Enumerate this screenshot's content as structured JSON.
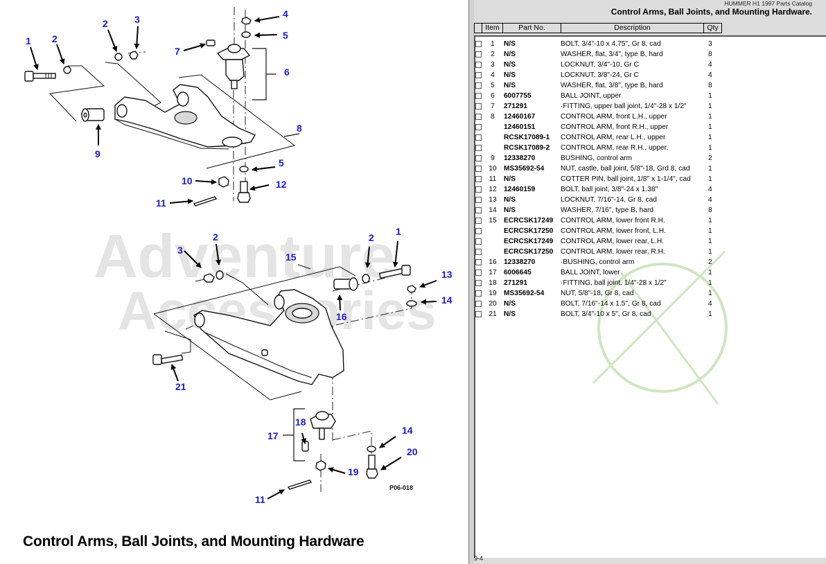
{
  "diagram": {
    "caption": "Control Arms, Ball Joints, and Mounting Hardware",
    "figure_code": "P06-018",
    "watermark_lines": [
      "Adventure",
      "Accessories"
    ],
    "upper_callouts": {
      "c1": "1",
      "c2a": "2",
      "c2b": "2",
      "c3": "3",
      "c4": "4",
      "c5a": "5",
      "c5b": "5",
      "c6": "6",
      "c7": "7",
      "c8": "8",
      "c9": "9",
      "c10": "10",
      "c11": "11",
      "c12": "12"
    },
    "lower_callouts": {
      "c1": "1",
      "c2a": "2",
      "c2b": "2",
      "c3": "3",
      "c11": "11",
      "c13": "13",
      "c14a": "14",
      "c14b": "14",
      "c15": "15",
      "c16": "16",
      "c17": "17",
      "c18": "18",
      "c19": "19",
      "c20": "20",
      "c21": "21"
    },
    "callout_color": "#1a1ad0"
  },
  "catalog": {
    "name": "HUMMER H1 1997 Parts Catalog",
    "title": "Control Arms, Ball Joints, and Mounting Hardware.",
    "columns": {
      "item": "Item",
      "part_no": "Part No.",
      "description": "Description",
      "qty": "Qty"
    },
    "rows": [
      {
        "item": "1",
        "part_no": "N/S",
        "description": "BOLT, 3/4\"-10 x 4.75\", Gr 8, cad",
        "qty": "3"
      },
      {
        "item": "2",
        "part_no": "N/S",
        "description": "WASHER, flat, 3/4\", type B, hard",
        "qty": "8"
      },
      {
        "item": "3",
        "part_no": "N/S",
        "description": "LOCKNUT, 3/4\"-10, Gr C",
        "qty": "4"
      },
      {
        "item": "4",
        "part_no": "N/S",
        "description": "LOCKNUT, 3/8\"-24, Gr C",
        "qty": "4"
      },
      {
        "item": "5",
        "part_no": "N/S",
        "description": "WASHER, flat, 3/8\", type B, hard",
        "qty": "8"
      },
      {
        "item": "6",
        "part_no": "6007755",
        "description": "BALL JOINT, upper",
        "qty": "1"
      },
      {
        "item": "7",
        "part_no": "271291",
        "description": "·FITTING, upper ball joint, 1/4\"-28 x 1/2\"",
        "qty": "1"
      },
      {
        "item": "8",
        "part_no": "12460167",
        "description": "CONTROL ARM, front L.H., upper",
        "qty": "1"
      },
      {
        "item": "",
        "part_no": "12460151",
        "description": "CONTROL ARM, front R.H., upper",
        "qty": "1"
      },
      {
        "item": "",
        "part_no": "RCSK17089-1",
        "description": "CONTROL ARM, rear L.H., upper",
        "qty": "1"
      },
      {
        "item": "",
        "part_no": "RCSK17089-2",
        "description": "CONTROL ARM, rear R.H., upper,",
        "qty": "1"
      },
      {
        "item": "9",
        "part_no": "12338270",
        "description": "BUSHING, control arm",
        "qty": "2"
      },
      {
        "item": "10",
        "part_no": "MS35692-54",
        "description": "NUT, castle, ball joint, 5/8\"-18, Grd 8, cad",
        "qty": "1"
      },
      {
        "item": "11",
        "part_no": "N/S",
        "description": "COTTER PIN, ball joint, 1/8\" x 1-1/4\", cad",
        "qty": "1"
      },
      {
        "item": "12",
        "part_no": "12460159",
        "description": "BOLT, ball joint, 3/8\"-24 x 1.38\"",
        "qty": "4"
      },
      {
        "item": "13",
        "part_no": "N/S",
        "description": "LOCKNUT, 7/16\"-14, Gr 8, cad",
        "qty": "4"
      },
      {
        "item": "14",
        "part_no": "N/S",
        "description": "WASHER, 7/16\", type B, hard",
        "qty": "8"
      },
      {
        "item": "15",
        "part_no": "ECRCSK17249",
        "description": "CONTROL ARM, lower front R.H.",
        "qty": "1"
      },
      {
        "item": "",
        "part_no": "ECRCSK17250",
        "description": "CONTROL ARM, lower front, L.H.",
        "qty": "1"
      },
      {
        "item": "",
        "part_no": "ECRCSK17249",
        "description": "CONTROL ARM, lower rear, L.H.",
        "qty": "1"
      },
      {
        "item": "",
        "part_no": "ECRCSK17250",
        "description": "CONTROL ARM, lower rear, R.H.",
        "qty": "1"
      },
      {
        "item": "16",
        "part_no": "12338270",
        "description": "·BUSHING, control arm",
        "qty": "2"
      },
      {
        "item": "17",
        "part_no": "6006645",
        "description": "BALL JOINT, lower",
        "qty": "1"
      },
      {
        "item": "18",
        "part_no": "271291",
        "description": "·FITTING, ball joint, 1/4\"-28 x 1/2\"",
        "qty": "1"
      },
      {
        "item": "19",
        "part_no": "MS35692-54",
        "description": "NUT, 5/8\"-18, Gr 8, cad",
        "qty": "1"
      },
      {
        "item": "20",
        "part_no": "N/S",
        "description": "BOLT, 7/16\"-14 x 1.5\", Gr 8, cad",
        "qty": "4"
      },
      {
        "item": "21",
        "part_no": "N/S",
        "description": "BOLT, 3/4\"-10 x 5\", Gr 8, cad",
        "qty": "1"
      }
    ],
    "page_number": "9-4"
  }
}
